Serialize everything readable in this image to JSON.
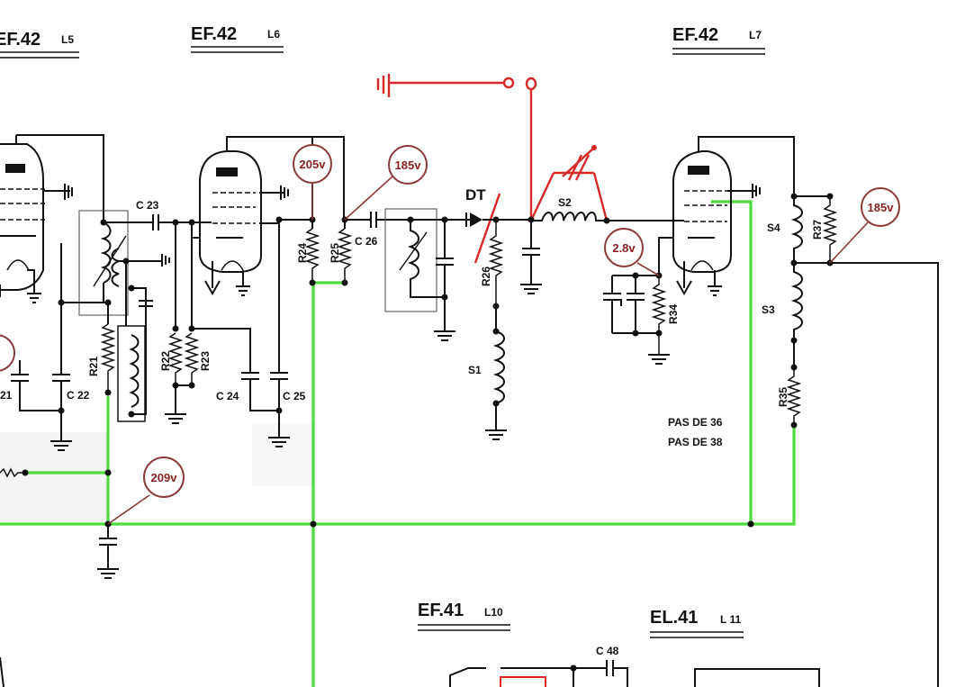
{
  "tubes": [
    {
      "name": "EF.42",
      "ref": "L5"
    },
    {
      "name": "EF.42",
      "ref": "L6"
    },
    {
      "name": "EF.42",
      "ref": "L7"
    },
    {
      "name": "EF.41",
      "ref": "L10"
    },
    {
      "name": "EL.41",
      "ref": "L 11"
    }
  ],
  "voltages": [
    "205v",
    "185v",
    "185v",
    "2.8v",
    "209v"
  ],
  "components": {
    "C23": "C 23",
    "C26": "C 26",
    "DT": "DT",
    "S2": "S2",
    "S4": "S4",
    "R37": "R37",
    "R24": "R24",
    "R25": "R25",
    "R26": "R26",
    "S1": "S1",
    "R34": "R34",
    "S3": "S3",
    "R35": "R35",
    "R21": "R21",
    "R22": "R22",
    "R23": "R23",
    "C24": "C 24",
    "C25": "C 25",
    "C22": "C 22",
    "C21": "21",
    "C48": "C 48"
  },
  "notes": [
    "PAS DE  36",
    "PAS DE  38"
  ],
  "colors": {
    "hv_line": "#4ddc3c",
    "antenna": "#d62828",
    "voltage_marker": "#8b3a3a",
    "wire": "#111111"
  }
}
